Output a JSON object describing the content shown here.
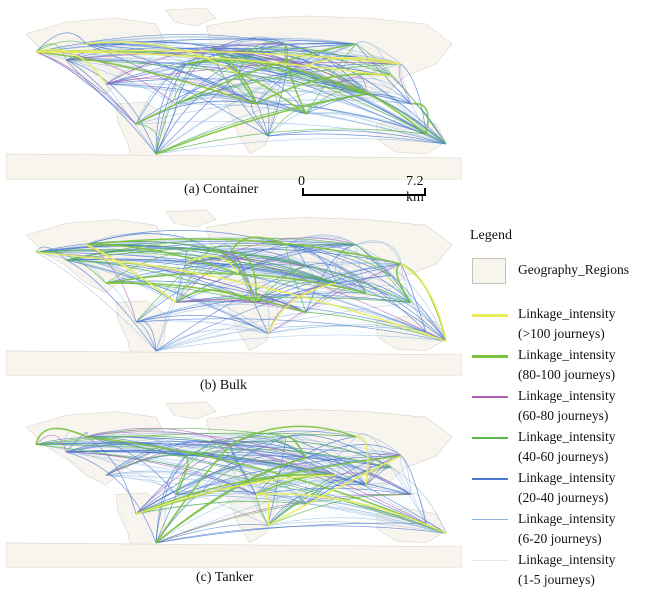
{
  "panels": [
    {
      "id": "container",
      "caption": "(a) Container"
    },
    {
      "id": "bulk",
      "caption": "(b) Bulk"
    },
    {
      "id": "tanker",
      "caption": "(c) Tanker"
    }
  ],
  "scale_bar": {
    "start": "0",
    "end": "7.2 km"
  },
  "legend": {
    "title": "Legend",
    "region_label": "Geography_Regions",
    "region_color": "#f8f4ee",
    "items": [
      {
        "label": "Linkage_intensity",
        "range": "(>100 journeys)",
        "color": "#e8ec5a"
      },
      {
        "label": "Linkage_intensity",
        "range": "(80-100 journeys)",
        "color": "#7cc23a"
      },
      {
        "label": "Linkage_intensity",
        "range": "(60-80 journeys)",
        "color": "#b060b8"
      },
      {
        "label": "Linkage_intensity",
        "range": "(40-60 journeys)",
        "color": "#5cb84c"
      },
      {
        "label": "Linkage_intensity",
        "range": "(20-40 journeys)",
        "color": "#4a78d0"
      },
      {
        "label": "Linkage_intensity",
        "range": "(6-20 journeys)",
        "color": "#8ab4dc"
      },
      {
        "label": "Linkage_intensity",
        "range": "(1-5 journeys)",
        "color": "#dde8f4"
      }
    ]
  }
}
